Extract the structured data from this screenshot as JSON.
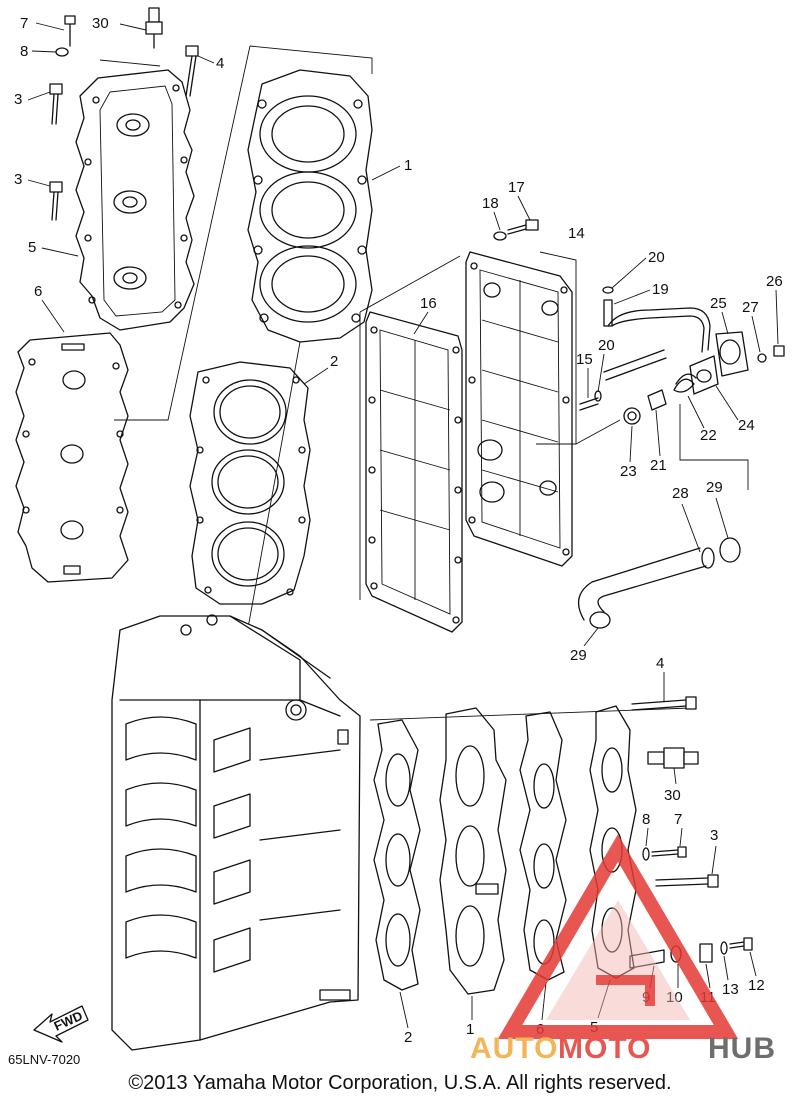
{
  "diagram_code": "65LNV-7020",
  "copyright": "©2013 Yamaha Motor Corporation, U.S.A. All rights reserved.",
  "fwd_label": "FWD",
  "watermark": {
    "part1": "AUTO",
    "part2": "MOTO",
    "part3": "HUB",
    "colors": {
      "auto": "#f0a93a",
      "moto": "#e53935",
      "hub": "#555555"
    }
  },
  "callouts": [
    "1",
    "2",
    "3",
    "4",
    "5",
    "6",
    "7",
    "8",
    "9",
    "10",
    "11",
    "12",
    "13",
    "14",
    "15",
    "16",
    "17",
    "18",
    "19",
    "20",
    "21",
    "22",
    "23",
    "24",
    "25",
    "26",
    "27",
    "28",
    "29",
    "30"
  ]
}
